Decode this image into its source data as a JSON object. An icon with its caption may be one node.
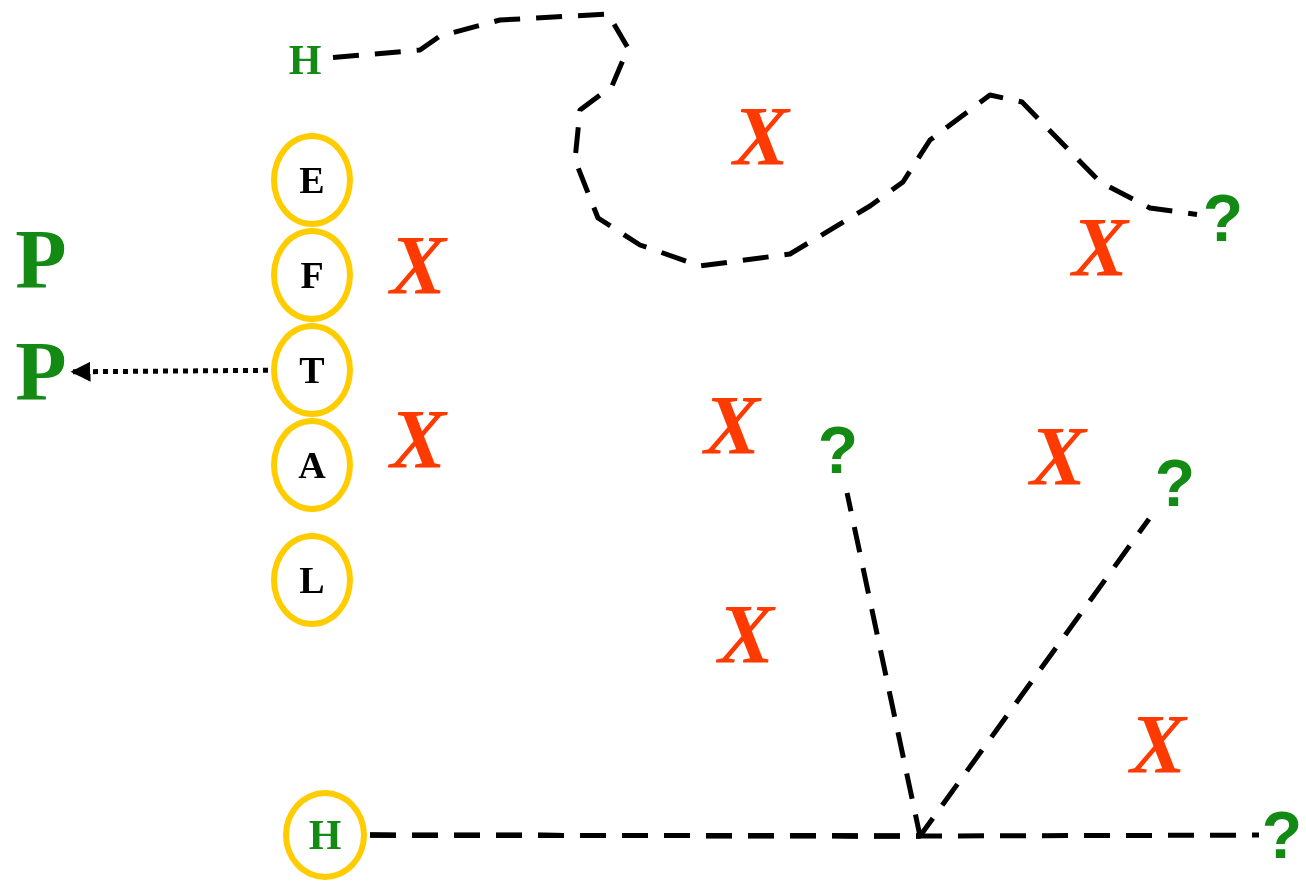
{
  "diagram": {
    "nodes": [
      {
        "text": [
          "H"
        ]
      },
      {
        "text": [
          "E"
        ]
      },
      {
        "text": [
          "F"
        ]
      },
      {
        "text": [
          "T"
        ]
      },
      {
        "text": [
          "A"
        ]
      },
      {
        "text": [
          "L"
        ]
      },
      {
        "text": [
          "P"
        ]
      },
      {
        "text": [
          "P"
        ]
      },
      {
        "text": [
          "H"
        ]
      },
      {
        "text": [
          "?"
        ]
      },
      {
        "text": [
          "?"
        ]
      },
      {
        "text": [
          "?"
        ]
      },
      {
        "text": [
          "?"
        ]
      }
    ],
    "edges": [
      {
        "from": 0,
        "to": 9,
        "arrow": "none",
        "style": "dashed"
      },
      {
        "from": 3,
        "to": 7,
        "arrow": "to"
      },
      {
        "from": 8,
        "to": 10,
        "arrow": "none",
        "style": "dashed"
      },
      {
        "from": 8,
        "to": 11,
        "arrow": "none",
        "style": "dashed"
      },
      {
        "from": 8,
        "to": 12,
        "arrow": "none",
        "style": "dashed"
      }
    ],
    "labels": [
      "X",
      "X",
      "X",
      "X",
      "X",
      "X",
      "X",
      "X"
    ]
  }
}
